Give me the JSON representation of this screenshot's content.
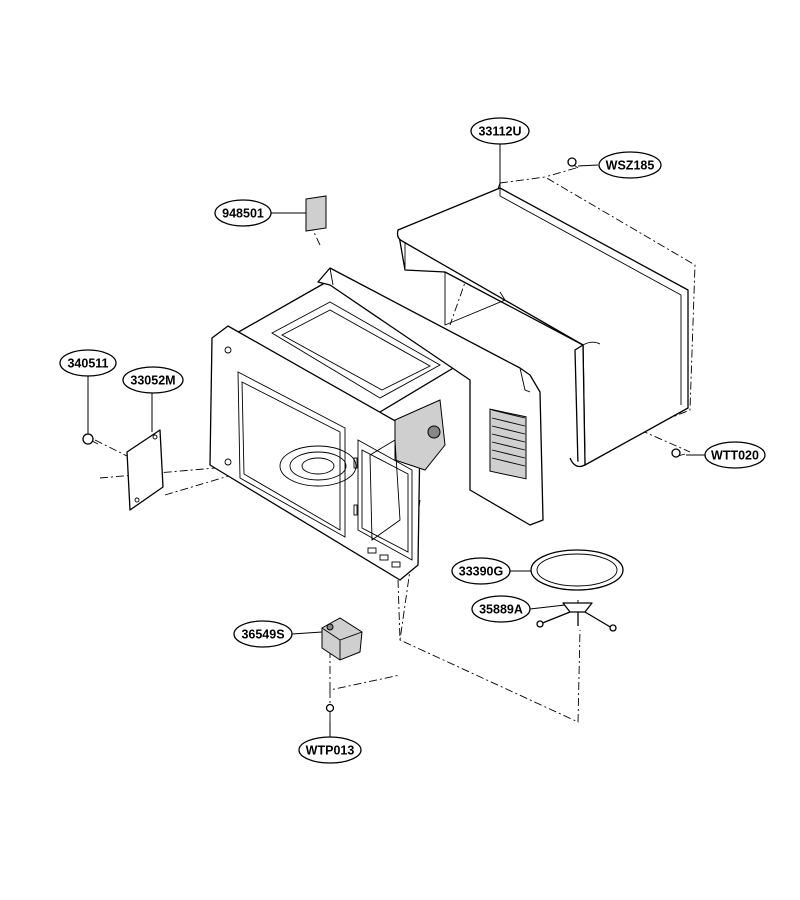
{
  "callouts": [
    {
      "id": "c-33112U",
      "label": "33112U"
    },
    {
      "id": "c-WSZ185",
      "label": "WSZ185"
    },
    {
      "id": "c-948501",
      "label": "948501"
    },
    {
      "id": "c-340511",
      "label": "340511"
    },
    {
      "id": "c-33052M",
      "label": "33052M"
    },
    {
      "id": "c-WTT020",
      "label": "WTT020"
    },
    {
      "id": "c-33390G",
      "label": "33390G"
    },
    {
      "id": "c-35889A",
      "label": "35889A"
    },
    {
      "id": "c-36549S",
      "label": "36549S"
    },
    {
      "id": "c-WTP013",
      "label": "WTP013"
    }
  ]
}
